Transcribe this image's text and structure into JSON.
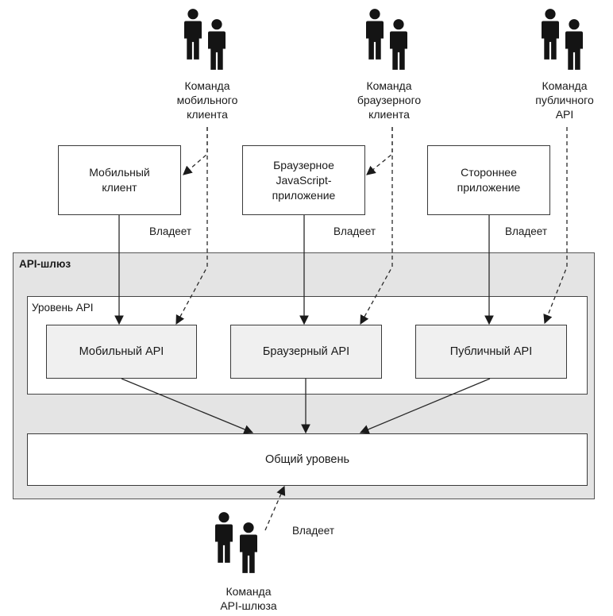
{
  "teams": {
    "mobile": {
      "line1": "Команда",
      "line2": "мобильного",
      "line3": "клиента"
    },
    "browser": {
      "line1": "Команда",
      "line2": "браузерного",
      "line3": "клиента"
    },
    "public": {
      "line1": "Команда",
      "line2": "публичного",
      "line3": "API"
    },
    "gateway": {
      "line1": "Команда",
      "line2": "API-шлюза"
    }
  },
  "clients": {
    "mobile": {
      "line1": "Мобильный",
      "line2": "клиент"
    },
    "browser": {
      "line1": "Браузерное",
      "line2": "JavaScript-",
      "line3": "приложение"
    },
    "thirdparty": {
      "line1": "Стороннее",
      "line2": "приложение"
    }
  },
  "owns_label": "Владеет",
  "gateway": {
    "title": "API-шлюз",
    "api_layer": {
      "title": "Уровень API",
      "apis": [
        "Мобильный API",
        "Браузерный API",
        "Публичный API"
      ]
    },
    "common_layer": "Общий уровень"
  },
  "colors": {
    "gateway_fill": "#e4e4e4",
    "box_fill": "#ffffff",
    "api_fill": "#f0f0f0",
    "line": "#2a2a2a"
  }
}
